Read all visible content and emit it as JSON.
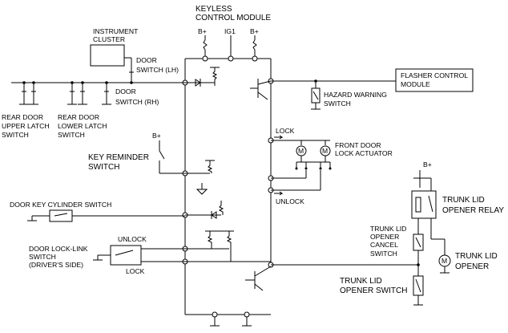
{
  "module": {
    "title_line1": "KEYLESS",
    "title_line2": "CONTROL MODULE",
    "pins_top": [
      "B+",
      "IG1",
      "B+"
    ]
  },
  "labels": {
    "instrument_cluster_1": "INSTRUMENT",
    "instrument_cluster_2": "CLUSTER",
    "door_switch_lh_1": "DOOR",
    "door_switch_lh_2": "SWITCH (LH)",
    "door_switch_rh_1": "DOOR",
    "door_switch_rh_2": "SWITCH (RH)",
    "rear_upper_1": "REAR DOOR",
    "rear_upper_2": "UPPER LATCH",
    "rear_upper_3": "SWITCH",
    "rear_lower_1": "REAR DOOR",
    "rear_lower_2": "LOWER LATCH",
    "rear_lower_3": "SWITCH",
    "key_reminder_bplus": "B+",
    "key_reminder_1": "KEY REMINDER",
    "key_reminder_2": "SWITCH",
    "door_key_cylinder": "DOOR KEY CYLINDER SWITCH",
    "lock_link_1": "DOOR LOCK-LINK",
    "lock_link_2": "SWITCH",
    "lock_link_3": "(DRIVER'S SIDE)",
    "unlock_top": "UNLOCK",
    "lock_bottom": "LOCK",
    "flasher_1": "FLASHER CONTROL",
    "flasher_2": "MODULE",
    "hazard_1": "HAZARD WARNING",
    "hazard_2": "SWITCH",
    "lock_arrow": "LOCK",
    "unlock_arrow": "UNLOCK",
    "front_door_1": "FRONT DOOR",
    "front_door_2": "LOCK ACTUATOR",
    "motor_symbol": "M",
    "trunk_bplus": "B+",
    "trunk_relay_1": "TRUNK LID",
    "trunk_relay_2": "OPENER RELAY",
    "trunk_cancel_1": "TRUNK LID",
    "trunk_cancel_2": "OPENER",
    "trunk_cancel_3": "CANCEL",
    "trunk_cancel_4": "SWITCH",
    "trunk_opener_1": "TRUNK LID",
    "trunk_opener_2": "OPENER",
    "trunk_switch_1": "TRUNK LID",
    "trunk_switch_2": "OPENER SWITCH"
  }
}
